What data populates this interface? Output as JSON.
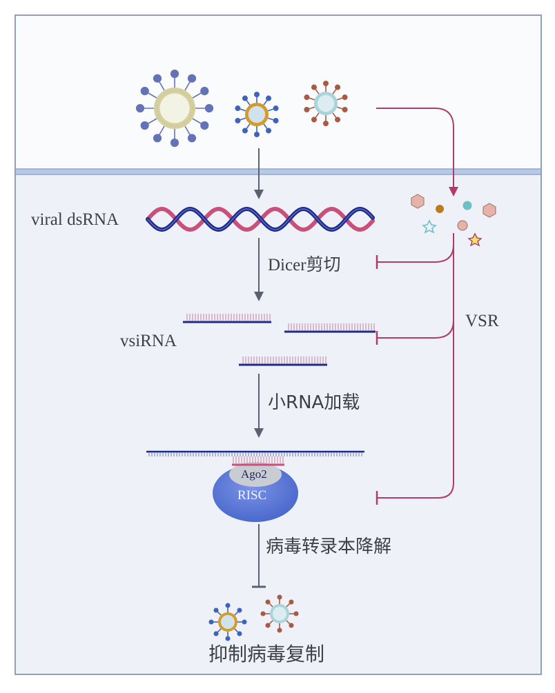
{
  "labels": {
    "viral_dsrna": "viral dsRNA",
    "dicer": "Dicer剪切",
    "vsirna": "vsiRNA",
    "loading": "小RNA加载",
    "ago2": "Ago2",
    "risc": "RISC",
    "degradation": "病毒转录本降解",
    "inhibit": "抑制病毒复制",
    "vsr": "VSR"
  },
  "colors": {
    "inhibition_line": "#b23a6a",
    "flow_arrow": "#5b6170",
    "dsrna_strand_a": "#1d2a8a",
    "dsrna_strand_b": "#c8507a",
    "risc_body": "#5c79d9",
    "ago2_cap": "#c9ccd3",
    "cell_interior": "#eef1f8",
    "extracellular": "#fafbfd",
    "membrane": "#a9bfdd",
    "frame": "#8fa0bb"
  }
}
